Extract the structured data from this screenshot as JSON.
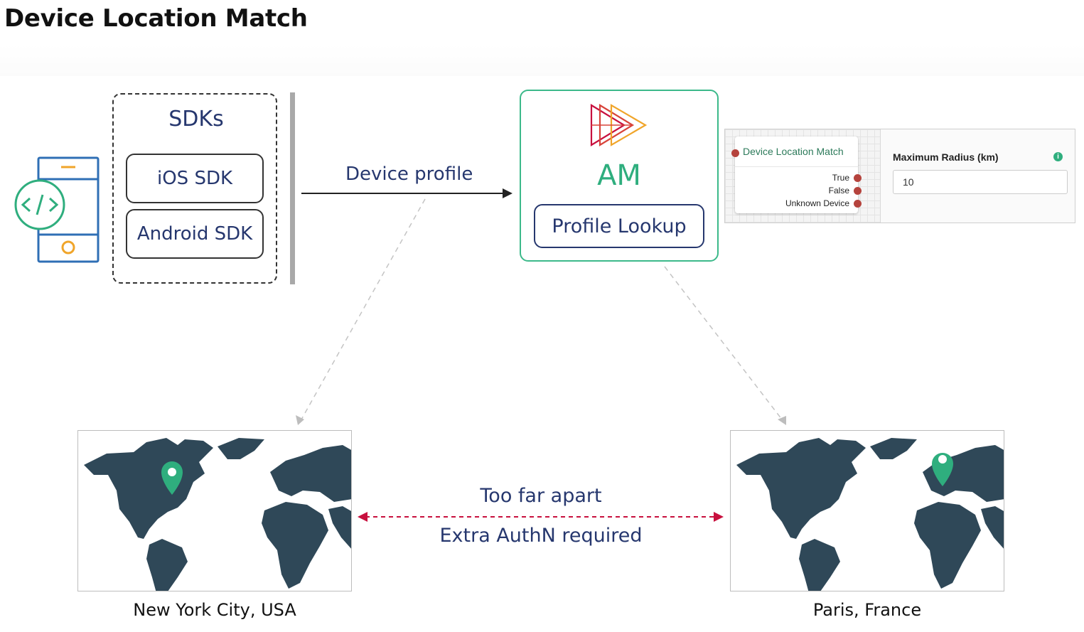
{
  "title": "Device Location Match",
  "sdks": {
    "title": "SDKs",
    "items": [
      "iOS SDK",
      "Android SDK"
    ]
  },
  "edge": {
    "device_profile": "Device profile"
  },
  "am": {
    "title": "AM",
    "action": "Profile Lookup"
  },
  "node": {
    "title": "Device Location Match",
    "outcomes": [
      "True",
      "False",
      "Unknown Device"
    ],
    "field_label": "Maximum Radius (km)",
    "field_value": "10",
    "info_icon": "info-icon"
  },
  "comparison": {
    "line1": "Too far apart",
    "line2": "Extra AuthN required"
  },
  "locations": {
    "left": "New York City, USA",
    "right": "Paris, France"
  },
  "colors": {
    "navy": "#26376e",
    "green": "#2fae7e",
    "map": "#2f4858",
    "alert": "#c8103e",
    "node_port": "#b5433d"
  }
}
